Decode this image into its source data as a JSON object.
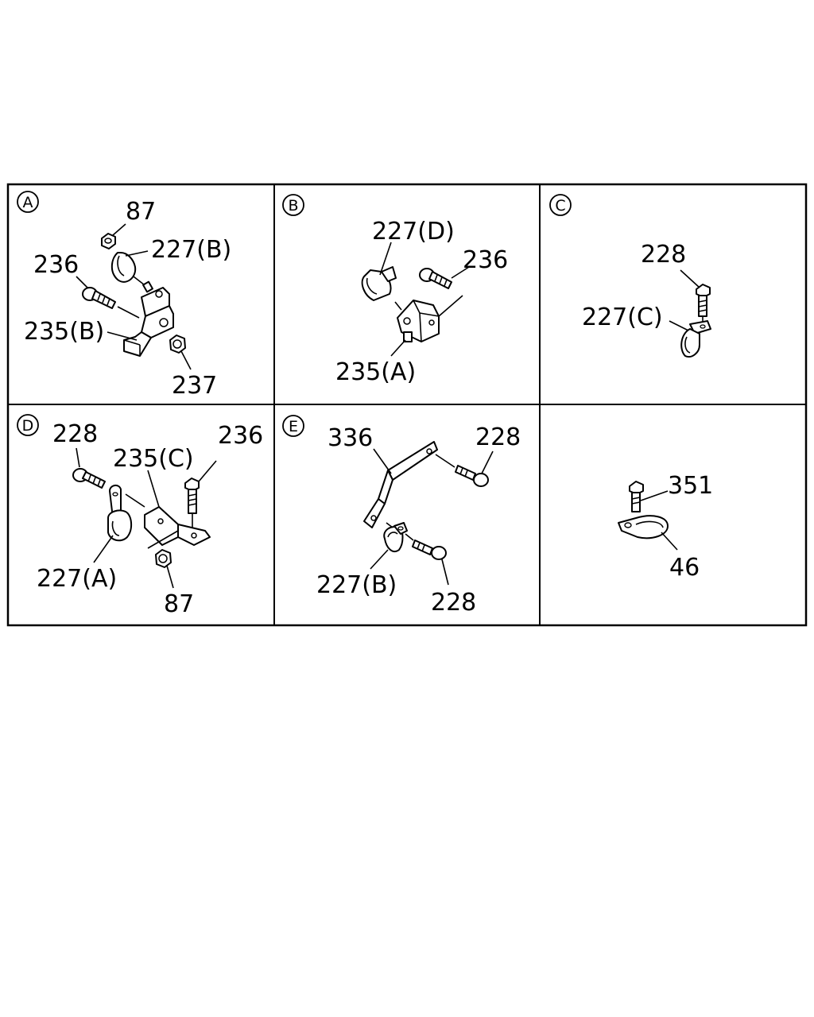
{
  "panels": [
    {
      "letter": "A",
      "labels": {
        "p87": "87",
        "p227b": "227(B)",
        "p236": "236",
        "p235b": "235(B)",
        "p237": "237"
      }
    },
    {
      "letter": "B",
      "labels": {
        "p227d": "227(D)",
        "p236": "236",
        "p235a": "235(A)"
      }
    },
    {
      "letter": "C",
      "labels": {
        "p228": "228",
        "p227c": "227(C)"
      }
    },
    {
      "letter": "D",
      "labels": {
        "p228": "228",
        "p235c": "235(C)",
        "p236": "236",
        "p227a": "227(A)",
        "p87": "87"
      }
    },
    {
      "letter": "E",
      "labels": {
        "p336": "336",
        "p228a": "228",
        "p227b": "227(B)",
        "p228b": "228"
      }
    },
    {
      "letter": "",
      "labels": {
        "p351": "351",
        "p46": "46"
      }
    }
  ]
}
